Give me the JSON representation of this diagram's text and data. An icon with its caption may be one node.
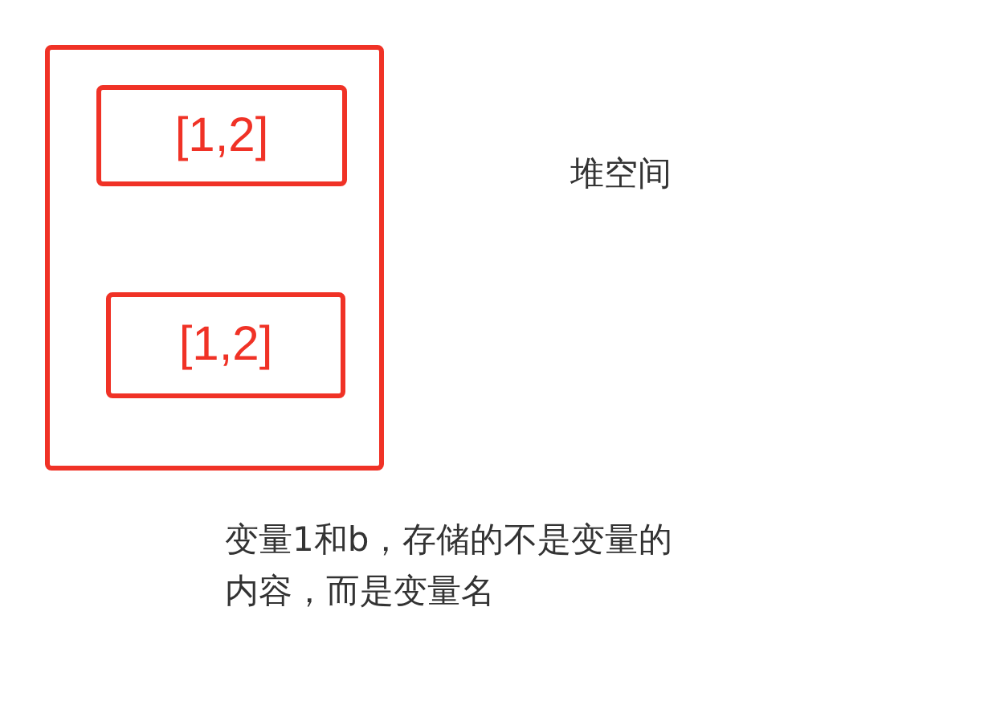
{
  "diagram": {
    "nodes": [
      {
        "text": [],
        "shape": "box"
      },
      {
        "text": [
          "[1,2]"
        ],
        "in": 0
      },
      {
        "text": [
          "[1,2]"
        ],
        "in": 0
      }
    ],
    "labels": [
      "堆空间",
      "变量1和b，存储的不是变量的内容，而是变量名"
    ]
  }
}
